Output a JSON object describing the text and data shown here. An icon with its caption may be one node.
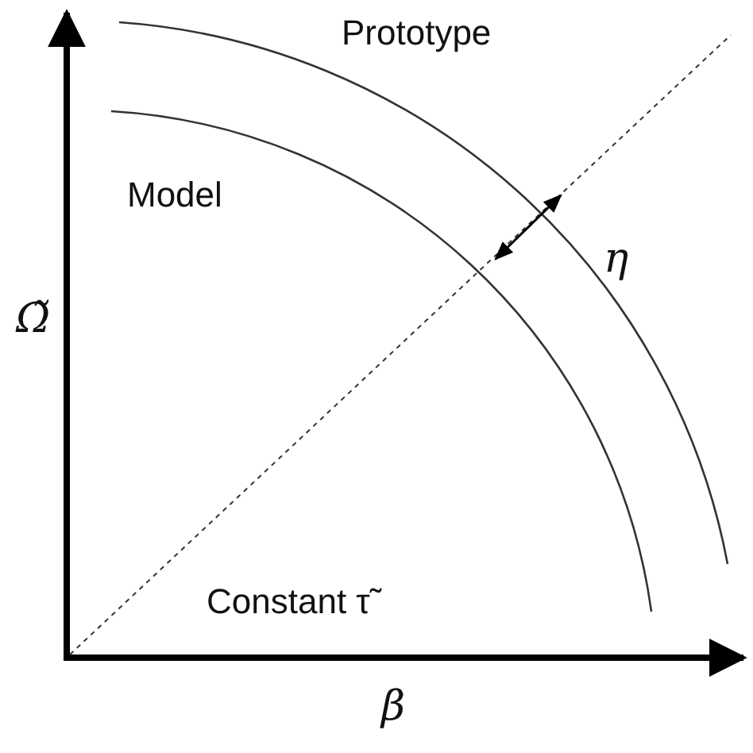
{
  "diagram": {
    "labels": [
      "Prototype",
      "Model",
      "η",
      "Ω̃",
      "Constant τ̃",
      "β"
    ]
  }
}
